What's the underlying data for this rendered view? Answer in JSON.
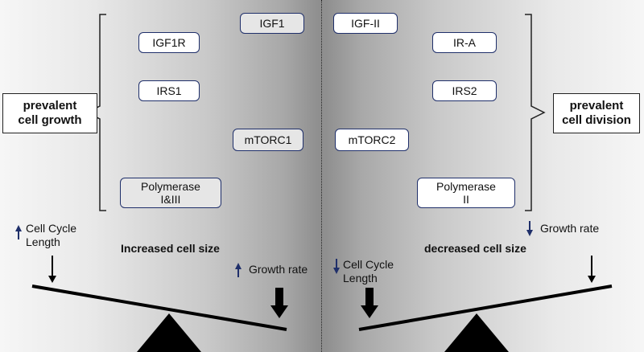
{
  "left": {
    "label": "prevalent\ncell growth",
    "boxes": [
      "IGF1",
      "IGF1R",
      "IRS1",
      "mTORC1",
      "Polymerase\nI&III"
    ],
    "cell_cycle": "Cell Cycle\nLength",
    "size_text": "Increased cell size",
    "growth_text": "Growth rate"
  },
  "right": {
    "label": "prevalent\ncell division",
    "boxes": [
      "IGF-II",
      "IR-A",
      "IRS2",
      "mTORC2",
      "Polymerase\nII"
    ],
    "cell_cycle": "Cell Cycle\nLength",
    "size_text": "decreased cell size",
    "growth_text": "Growth rate"
  },
  "colors": {
    "arrow_up": "#1f2f6a",
    "arrow_down": "#1f2f6a",
    "box_border": "#1f2f6a"
  }
}
